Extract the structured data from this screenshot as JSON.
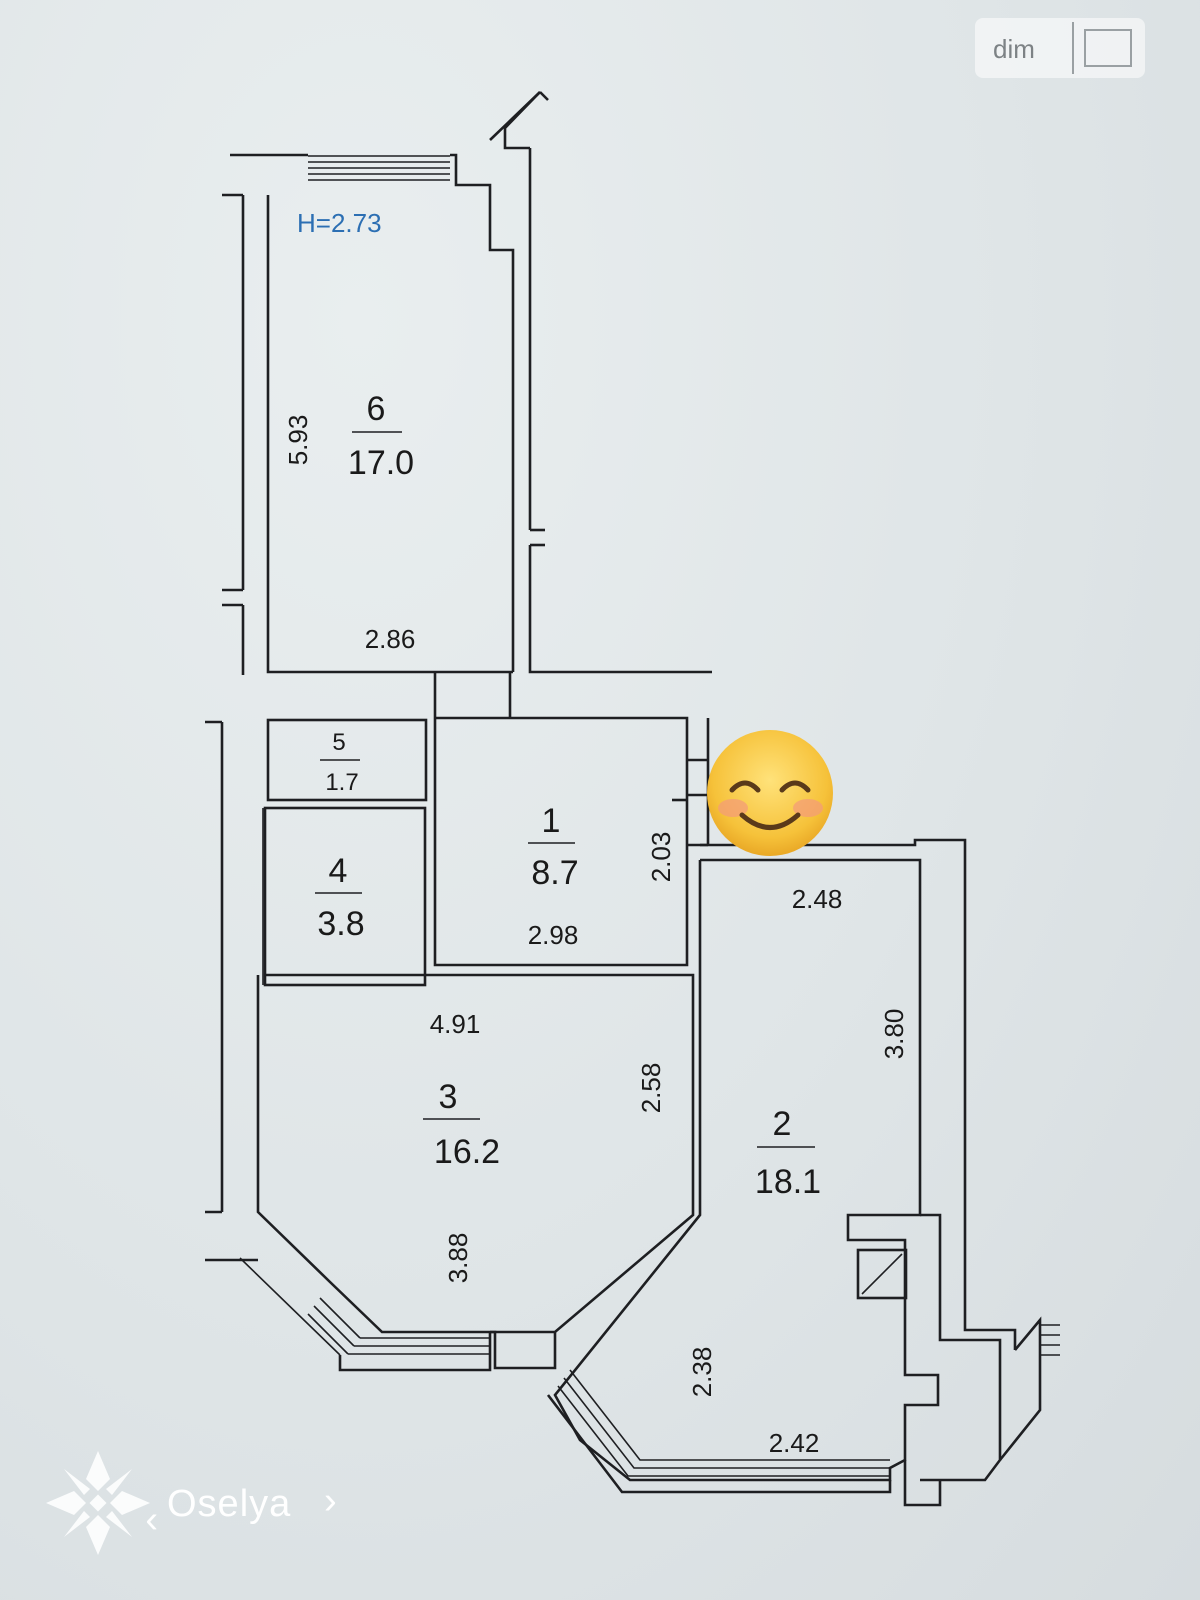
{
  "ceiling_height": "H=2.73",
  "rooms": [
    {
      "id": "6",
      "area": "17.0"
    },
    {
      "id": "5",
      "area": "1.7"
    },
    {
      "id": "4",
      "area": "3.8"
    },
    {
      "id": "1",
      "area": "8.7"
    },
    {
      "id": "3",
      "area": "16.2"
    },
    {
      "id": "2",
      "area": "18.1"
    }
  ],
  "dimensions": {
    "r6_len": "5.93",
    "r6_wid": "2.86",
    "r1_len": "2.03",
    "r1_wid": "2.98",
    "r3_top": "4.91",
    "r3_right": "2.58",
    "r3_bottom": "3.88",
    "r2_top": "2.48",
    "r2_right": "3.80",
    "r2_left": "2.38",
    "r2_bottom": "2.42"
  },
  "branding": {
    "name": "Oselya",
    "chevron": "›"
  },
  "watermark": {
    "text": "dim"
  },
  "sticker": {
    "icon": "smiling-face-icon"
  }
}
